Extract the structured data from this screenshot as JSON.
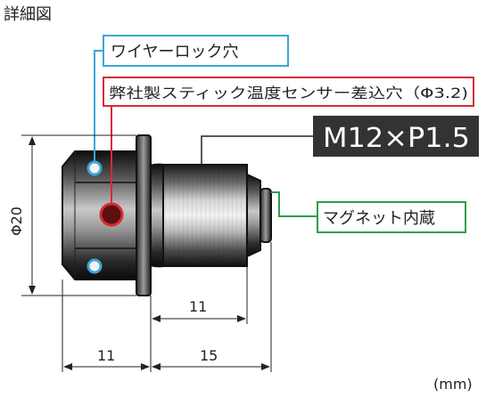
{
  "heading": "詳細図",
  "callouts": {
    "wire_lock_hole": "ワイヤーロック穴",
    "temp_sensor_hole": "弊社製スティック温度センサー差込穴（Φ3.2)",
    "thread_spec": "M12×P1.5",
    "magnet": "マグネット内蔵"
  },
  "dimensions": {
    "diameter": "Φ20",
    "thread_length": "11",
    "head_length": "11",
    "total_thread": "15",
    "unit": "(mm)"
  },
  "colors": {
    "wire_lock": "#3aa6d8",
    "sensor": "#d62b35",
    "magnet": "#2f9e4a",
    "spec_box": "#333333"
  }
}
